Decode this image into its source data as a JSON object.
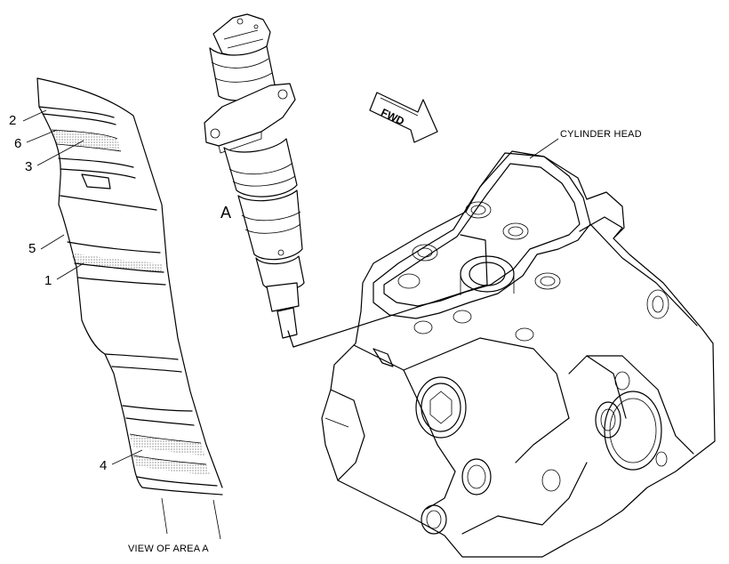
{
  "labels": {
    "callout_2": "2",
    "callout_6": "6",
    "callout_3": "3",
    "callout_5": "5",
    "callout_1": "1",
    "callout_4": "4",
    "area_a": "A",
    "fwd": "FWD",
    "cylinder_head": "CYLINDER HEAD",
    "view_caption": "VIEW OF AREA A"
  }
}
